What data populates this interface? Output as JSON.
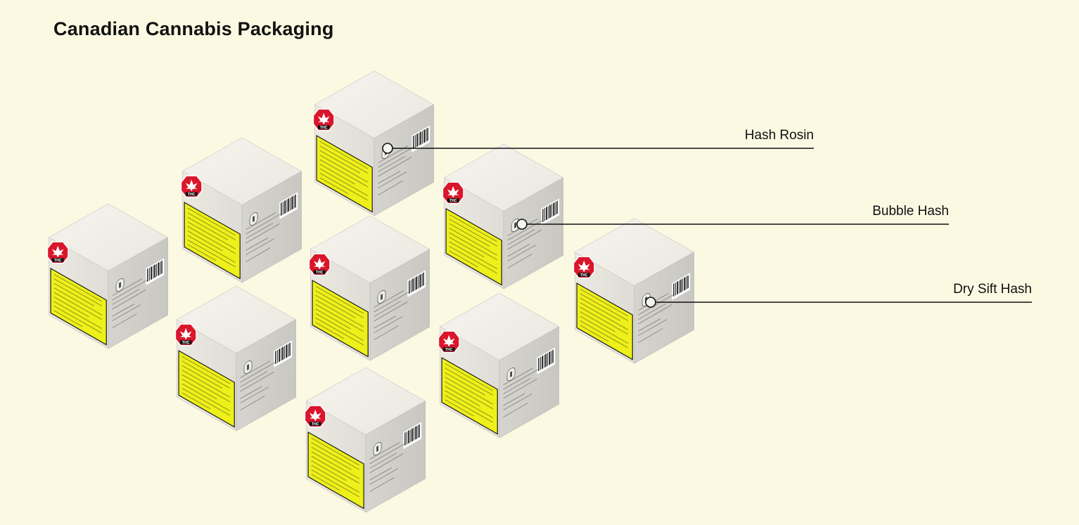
{
  "title": "Canadian Cannabis Packaging",
  "callouts": [
    {
      "label": "Hash Rosin"
    },
    {
      "label": "Bubble Hash"
    },
    {
      "label": "Dry Sift Hash"
    }
  ],
  "box_badge_text": "THC",
  "colors": {
    "background": "#fbf9e2",
    "box_top": "#efede6",
    "box_left": "#e6e4dc",
    "box_right": "#cfcdc7",
    "warning_label": "#eef01a",
    "thc_badge": "#d9162b",
    "line": "#111111"
  }
}
